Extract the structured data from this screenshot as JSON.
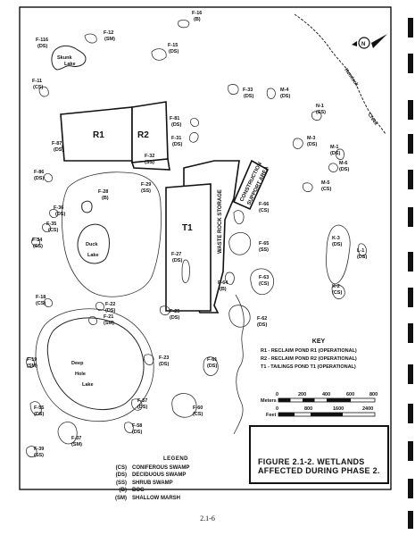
{
  "figure": {
    "title_line1": "FIGURE 2.1-2.  WETLANDS",
    "title_line2": "AFFECTED DURING PHASE 2."
  },
  "page_number": "2.1-6",
  "facilities": {
    "r1": "R1",
    "r2": "R2",
    "t1": "T1",
    "waste_rock": "WASTE ROCK STORAGE",
    "construction_1": "CONSTRUCTION",
    "construction_2": "SUPPORT AREA"
  },
  "lakes": {
    "skunk_1": "Skunk",
    "skunk_2": "Lake",
    "duck_1": "Duck",
    "duck_2": "Lake",
    "deep_1": "Deep",
    "deep_2": "Hole",
    "deep_3": "Lake"
  },
  "creek": {
    "w1": "Hemlock",
    "w2": "Creek"
  },
  "wetlands": [
    {
      "id": "F-16",
      "type": "(B)"
    },
    {
      "id": "F-116",
      "type": "(DS)"
    },
    {
      "id": "F-12",
      "type": "(SM)"
    },
    {
      "id": "F-15",
      "type": "(DS)"
    },
    {
      "id": "F-11",
      "type": "(CS)"
    },
    {
      "id": "F-33",
      "type": "(DS)"
    },
    {
      "id": "M-4",
      "type": "(DS)"
    },
    {
      "id": "N-1",
      "type": "(SS)"
    },
    {
      "id": "F-81",
      "type": "(DS)"
    },
    {
      "id": "F-31",
      "type": "(DS)"
    },
    {
      "id": "M-3",
      "type": "(DS)"
    },
    {
      "id": "F-87",
      "type": "(DS)"
    },
    {
      "id": "F-32",
      "type": "(SS)"
    },
    {
      "id": "M-1",
      "type": "(DS)"
    },
    {
      "id": "M-6",
      "type": "(DS)"
    },
    {
      "id": "F-86",
      "type": "(DS)"
    },
    {
      "id": "F-29",
      "type": "(SS)"
    },
    {
      "id": "M-5",
      "type": "(CS)"
    },
    {
      "id": "F-28",
      "type": "(B)"
    },
    {
      "id": "F-36",
      "type": "(DS)"
    },
    {
      "id": "F-66",
      "type": "(CS)"
    },
    {
      "id": "F-35",
      "type": "(CS)"
    },
    {
      "id": "F-34",
      "type": "(SS)"
    },
    {
      "id": "F-65",
      "type": "(SS)"
    },
    {
      "id": "K-3",
      "type": "(DS)"
    },
    {
      "id": "L-1",
      "type": "(DS)"
    },
    {
      "id": "F-27",
      "type": "(DS)"
    },
    {
      "id": "F-63",
      "type": "(CS)"
    },
    {
      "id": "F-64",
      "type": "(B)"
    },
    {
      "id": "K-2",
      "type": "(CS)"
    },
    {
      "id": "F-18",
      "type": "(CS)"
    },
    {
      "id": "F-22",
      "type": "(DS)"
    },
    {
      "id": "F-25",
      "type": "(DS)"
    },
    {
      "id": "F-21",
      "type": "(SM)"
    },
    {
      "id": "F-62",
      "type": "(DS)"
    },
    {
      "id": "F-19",
      "type": "(SM)"
    },
    {
      "id": "F-23",
      "type": "(DS)"
    },
    {
      "id": "F-61",
      "type": "(DS)"
    },
    {
      "id": "F-57",
      "type": "(DS)"
    },
    {
      "id": "F-55",
      "type": "(DS)"
    },
    {
      "id": "F-60",
      "type": "(CS)"
    },
    {
      "id": "F-58",
      "type": "(DS)"
    },
    {
      "id": "F-37",
      "type": "(SM)"
    },
    {
      "id": "F-39",
      "type": "(SS)"
    }
  ],
  "key": {
    "title": "KEY",
    "items": [
      "R1  -  RECLAIM POND R1 (OPERATIONAL)",
      "R2  -  RECLAIM POND R2 (OPERATIONAL)",
      "T1  -  TAILINGS POND T1 (OPERATIONAL)"
    ]
  },
  "scale": {
    "meters_label": "Meters",
    "feet_label": "Feet",
    "meters_ticks": [
      "0",
      "200",
      "400",
      "600",
      "800"
    ],
    "feet_ticks": [
      "0",
      "800",
      "1600",
      "2400"
    ]
  },
  "legend": {
    "title": "LEGEND",
    "items": [
      {
        "code": "(CS)",
        "text": "CONIFEROUS SWAMP"
      },
      {
        "code": "(DS)",
        "text": "DECIDUOUS SWAMP"
      },
      {
        "code": "(SS)",
        "text": "SHRUB SWAMP"
      },
      {
        "code": "(B)",
        "text": "BOG"
      },
      {
        "code": "(SM)",
        "text": "SHALLOW MARSH"
      }
    ]
  },
  "north": {
    "letter": "N"
  }
}
